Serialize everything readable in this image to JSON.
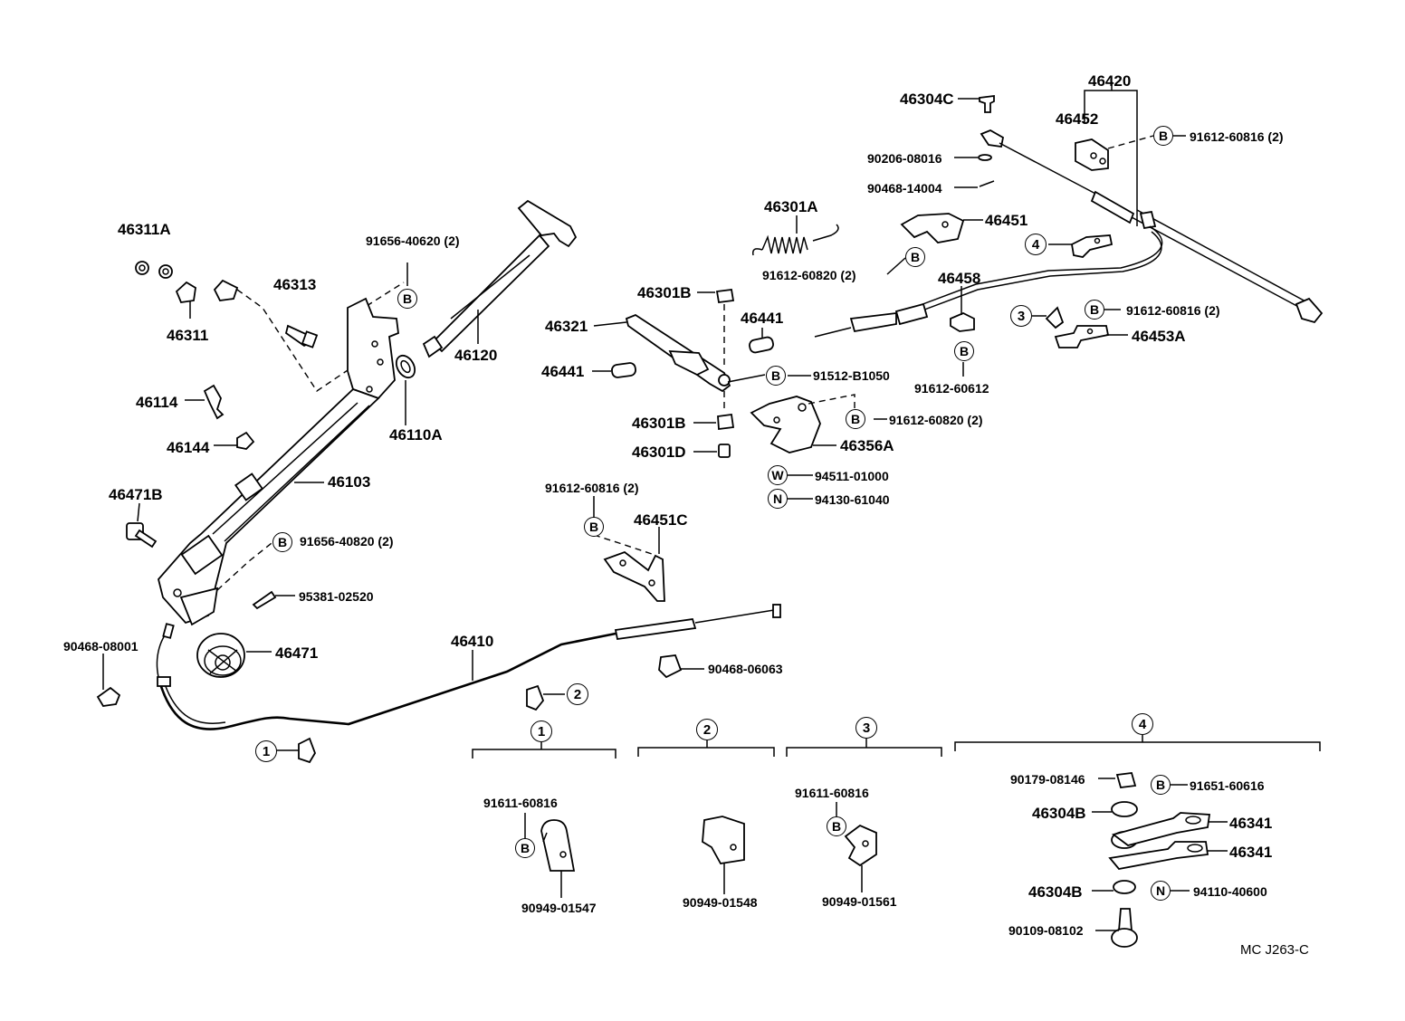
{
  "diagram_code": "MC J263-C",
  "parts": {
    "p46311A": "46311A",
    "p46311": "46311",
    "p46313": "46313",
    "p91656_40620": "91656-40620 (2)",
    "p46120": "46120",
    "p46110A": "46110A",
    "p46114": "46114",
    "p46144": "46144",
    "p46103": "46103",
    "p46471B": "46471B",
    "p91656_40820": "91656-40820 (2)",
    "p95381": "95381-02520",
    "p90468_08001": "90468-08001",
    "p46471": "46471",
    "p46410": "46410",
    "p90468_06063": "90468-06063",
    "p46301A": "46301A",
    "p91612_60820_a": "91612-60820 (2)",
    "p46301B_top": "46301B",
    "p46321": "46321",
    "p46441_right": "46441",
    "p46441_left": "46441",
    "p91512": "91512-B1050",
    "p46301B_bot": "46301B",
    "p91612_60820_b": "91612-60820 (2)",
    "p46356A": "46356A",
    "p46301D": "46301D",
    "p94511": "94511-01000",
    "p94130": "94130-61040",
    "p91612_60816_mid": "91612-60816 (2)",
    "p46451C": "46451C",
    "p46304C": "46304C",
    "p46420": "46420",
    "p46452": "46452",
    "p91612_60816_top": "91612-60816 (2)",
    "p90206": "90206-08016",
    "p90468_14004": "90468-14004",
    "p46451": "46451",
    "p46458": "46458",
    "p91612_60612": "91612-60612",
    "p91612_60816_right": "91612-60816 (2)",
    "p46453A": "46453A",
    "d1_91611": "91611-60816",
    "d1_90949": "90949-01547",
    "d2_90949": "90949-01548",
    "d3_91611": "91611-60816",
    "d3_90949": "90949-01561",
    "d4_90179": "90179-08146",
    "d4_91651": "91651-60616",
    "d4_46304B_top": "46304B",
    "d4_46341_a": "46341",
    "d4_46341_b": "46341",
    "d4_46304B_bot": "46304B",
    "d4_94110": "94110-40600",
    "d4_90109": "90109-08102"
  },
  "symbols": {
    "bolt": "B",
    "washer": "W",
    "nut": "N",
    "c1": "1",
    "c2": "2",
    "c3": "3",
    "c4": "4"
  }
}
